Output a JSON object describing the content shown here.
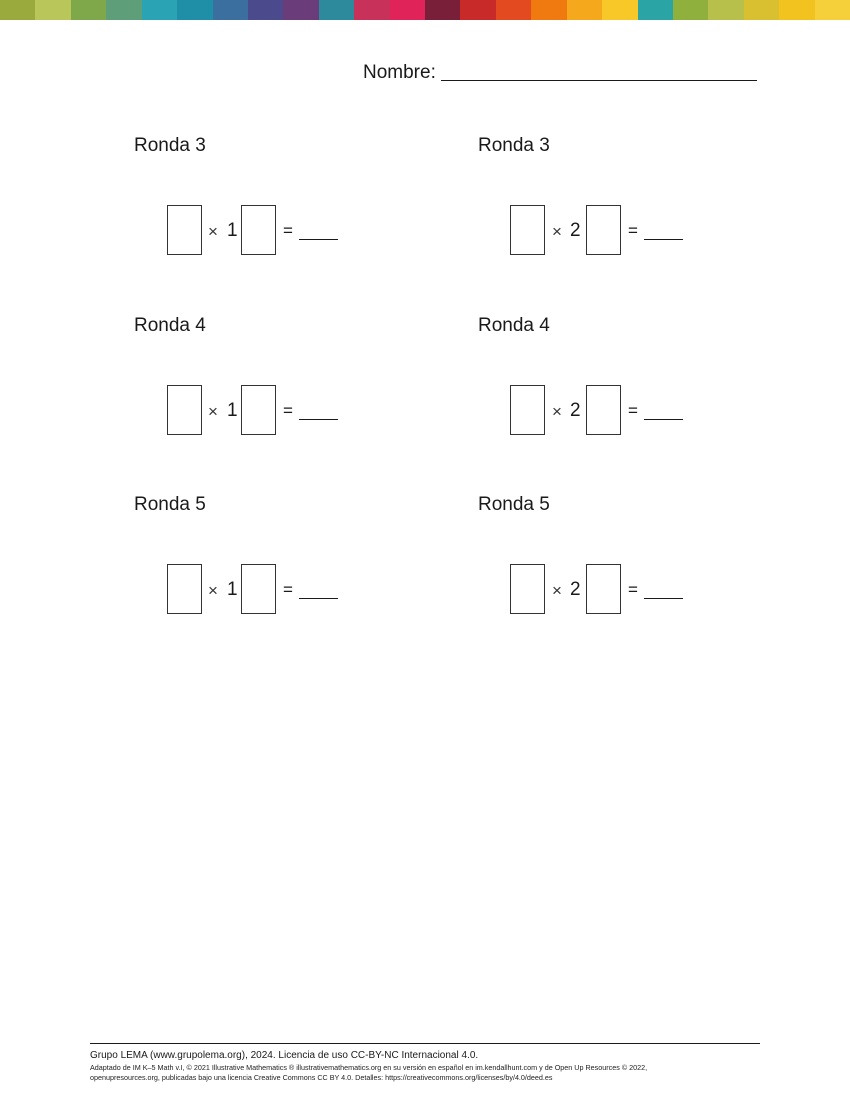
{
  "header": {
    "name_label": "Nombre:",
    "stripe_colors": [
      "#9aaa3c",
      "#b9c65a",
      "#7fa84a",
      "#5e9e78",
      "#2aa4b4",
      "#1f8fa8",
      "#3a6fa0",
      "#4a4a8c",
      "#6a3d7a",
      "#2c8a9c",
      "#c7315a",
      "#e0245a",
      "#7a1f3a",
      "#c82a2a",
      "#e34a1f",
      "#f07a10",
      "#f5a81c",
      "#f8c828",
      "#2aa4a4",
      "#8fb03c",
      "#b6c04a",
      "#d8c030",
      "#f2c21e",
      "#f6d03a"
    ]
  },
  "rounds": [
    {
      "title": "Ronda 3",
      "times": "×",
      "factor": "1",
      "equals": "="
    },
    {
      "title": "Ronda 3",
      "times": "×",
      "factor": "2",
      "equals": "="
    },
    {
      "title": "Ronda 4",
      "times": "×",
      "factor": "1",
      "equals": "="
    },
    {
      "title": "Ronda 4",
      "times": "×",
      "factor": "2",
      "equals": "="
    },
    {
      "title": "Ronda 5",
      "times": "×",
      "factor": "1",
      "equals": "="
    },
    {
      "title": "Ronda 5",
      "times": "×",
      "factor": "2",
      "equals": "="
    }
  ],
  "footer": {
    "main": "Grupo LEMA (www.grupolema.org), 2024. Licencia de uso CC-BY-NC Internacional 4.0.",
    "line1": "Adaptado de IM K–5 Math v.I, © 2021 Illustrative Mathematics ® illustrativemathematics.org en su versión en español en im.kendallhunt.com y de Open Up Resources © 2022,",
    "line2": "openupresources.org, publicadas bajo una licencia Creative Commons CC BY 4.0. Detalles: https://creativecommons.org/licenses/by/4.0/deed.es"
  }
}
